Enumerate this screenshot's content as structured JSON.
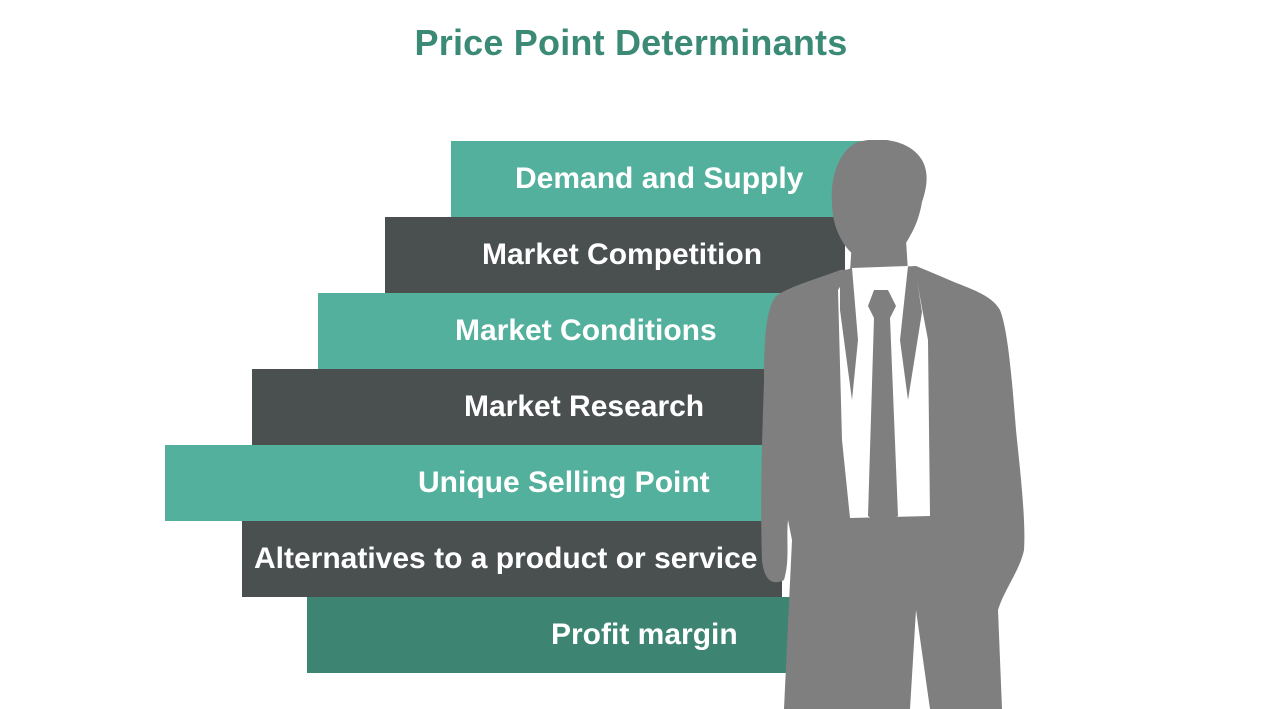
{
  "title": "Price Point Determinants",
  "steps": [
    {
      "label": "Demand and Supply",
      "color": "#53b09c"
    },
    {
      "label": "Market Competition",
      "color": "#4a4f50"
    },
    {
      "label": "Market Conditions",
      "color": "#53b09c"
    },
    {
      "label": "Market Research",
      "color": "#4a4f50"
    },
    {
      "label": "Unique Selling Point",
      "color": "#53b09c"
    },
    {
      "label": "Alternatives to a product or service",
      "color": "#4a4f50"
    },
    {
      "label": "Profit margin",
      "color": "#3e8473"
    }
  ],
  "colors": {
    "title": "#3a8a76",
    "silhouette": "#7f7f7f",
    "shirt": "#ffffff"
  },
  "icons": {
    "figure": "businessman-silhouette-icon"
  }
}
